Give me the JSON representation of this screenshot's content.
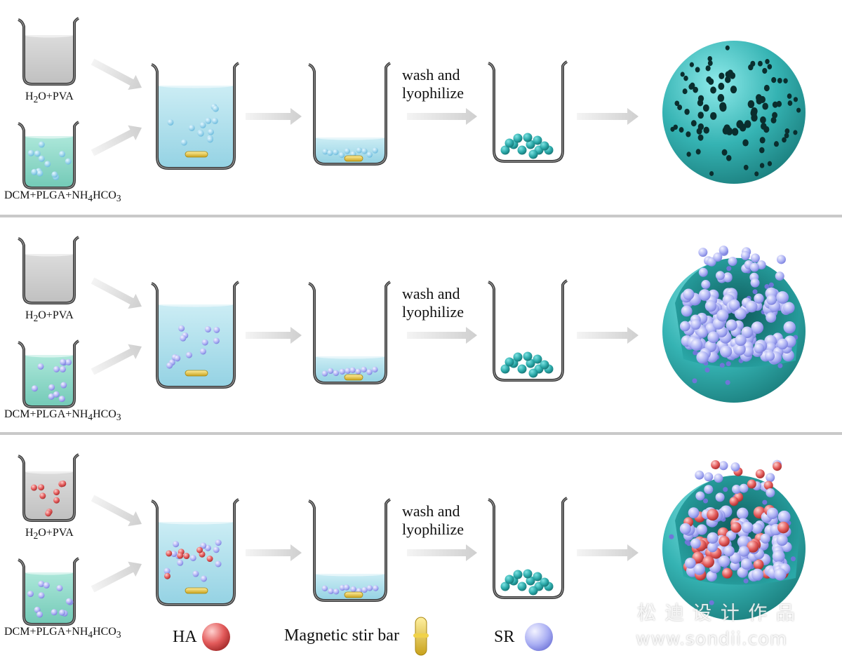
{
  "panels": [
    {
      "id": "top",
      "water_label_html": "H<sub>2</sub>O+PVA",
      "oil_label_html": "DCM+PLGA+NH<sub>4</sub>HCO<sub>3</sub>",
      "wash_label": [
        "wash and",
        "lyophilize"
      ],
      "product": "porous-sphere",
      "ha_in_water": false,
      "sr_in_oil": false
    },
    {
      "id": "middle",
      "water_label_html": "H<sub>2</sub>O+PVA",
      "oil_label_html": "DCM+PLGA+NH<sub>4</sub>HCO<sub>3</sub>",
      "wash_label": [
        "wash and",
        "lyophilize"
      ],
      "product": "sr-loaded-sphere",
      "ha_in_water": false,
      "sr_in_oil": true
    },
    {
      "id": "bottom",
      "water_label_html": "H<sub>2</sub>O+PVA",
      "oil_label_html": "DCM+PLGA+NH<sub>4</sub>HCO<sub>3</sub>",
      "wash_label": [
        "wash and",
        "lyophilize"
      ],
      "product": "ha-sr-loaded-sphere",
      "ha_in_water": true,
      "sr_in_oil": true
    }
  ],
  "legend": {
    "ha": "HA",
    "stir_bar": "Magnetic stir bar",
    "sr": "SR"
  },
  "watermark": {
    "cn": "松 迪 设 计 作 品",
    "url": "www.sondii.com"
  },
  "colors": {
    "teal": "#2aa8a8",
    "water": "#a9dbe8",
    "oil": "#8ad6c6",
    "ha": "#e05a5a",
    "sr": "#9ea4f0",
    "stir_bar": "#e3c23a",
    "glass_empty": "#c9c9c9"
  }
}
